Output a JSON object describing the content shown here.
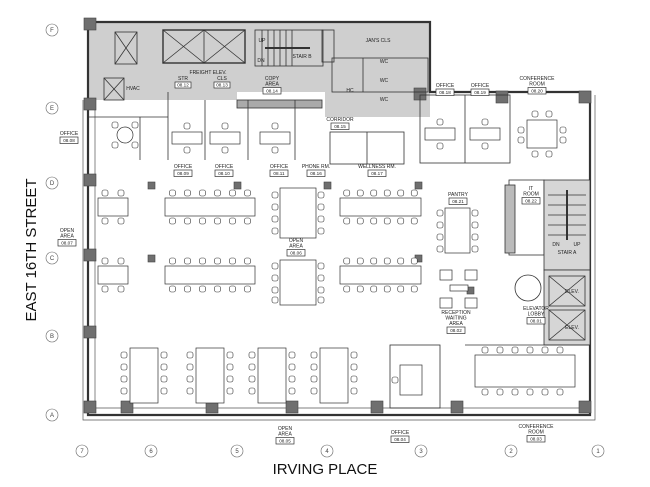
{
  "streets": {
    "left": "EAST 16TH STREET",
    "bottom": "IRVING PLACE"
  },
  "grid_rows": [
    "F",
    "E",
    "D",
    "C",
    "B",
    "A"
  ],
  "grid_cols": [
    "7",
    "6",
    "5",
    "4",
    "3",
    "2",
    "1"
  ],
  "core": {
    "hvac": "HVAC",
    "freight_elev": "FREIGHT ELEV.",
    "str": {
      "name": "STR",
      "num": "08.12"
    },
    "cls": {
      "name": "CLS",
      "num": "08.13"
    },
    "stair_b": "STAIR B",
    "stair_b_up": "UP",
    "stair_b_dn": "DN",
    "jans_cls": "JAN'S CLS",
    "wc": [
      "WC",
      "WC",
      "WC"
    ],
    "hc": "HC"
  },
  "rooms": {
    "copy_area": {
      "name1": "COPY",
      "name2": "AREA",
      "num": "08.14"
    },
    "corridor": {
      "name": "CORRIDOR",
      "num": "08.15"
    },
    "office_0808": {
      "name": "OFFICE",
      "num": "08.08"
    },
    "open_0807": {
      "name1": "OPEN",
      "name2": "AREA",
      "num": "08.07"
    },
    "office_0809": {
      "name": "OFFICE",
      "num": "08.09"
    },
    "office_0810": {
      "name": "OFFICE",
      "num": "08.10"
    },
    "office_0811": {
      "name": "OFFICE",
      "num": "08.11"
    },
    "phone_rm": {
      "name": "PHONE RM.",
      "num": "08.16"
    },
    "wellness_rm": {
      "name": "WELLNESS RM.",
      "num": "08.17"
    },
    "office_0818": {
      "name": "OFFICE",
      "num": "08.18"
    },
    "office_0819": {
      "name": "OFFICE",
      "num": "08.19"
    },
    "conf_0820": {
      "name1": "CONFERENCE",
      "name2": "ROOM",
      "num": "08.20"
    },
    "pantry": {
      "name": "PANTRY",
      "num": "08.21"
    },
    "it_room": {
      "name1": "IT",
      "name2": "ROOM",
      "num": "08.22"
    },
    "stair_a": {
      "name": "STAIR A",
      "dn": "DN",
      "up": "UP"
    },
    "elev": [
      "ELEV.",
      "ELEV."
    ],
    "elev_lobby": {
      "name1": "ELEVATOR",
      "name2": "LOBBY",
      "num": "08.01"
    },
    "reception": {
      "name1": "RECEPTION",
      "name2": "WAITING",
      "name3": "AREA",
      "num": "08.02"
    },
    "open_0806": {
      "name1": "OPEN",
      "name2": "AREA",
      "num": "08.06"
    },
    "open_0805": {
      "name1": "OPEN",
      "name2": "AREA",
      "num": "08.05"
    },
    "office_0804": {
      "name": "OFFICE",
      "num": "08.04"
    },
    "conf_0803": {
      "name1": "CONFERENCE",
      "name2": "ROOM",
      "num": "08.03"
    }
  }
}
